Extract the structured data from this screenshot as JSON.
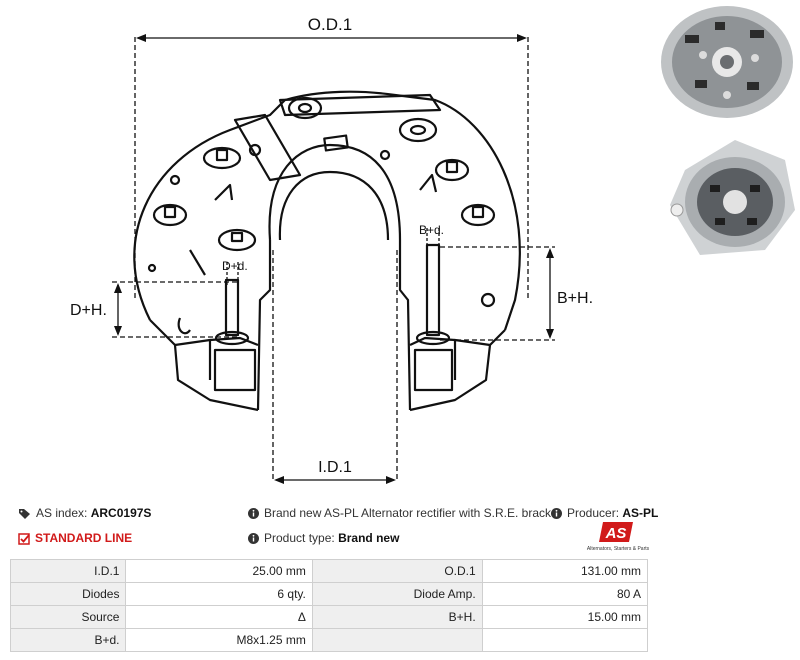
{
  "drawing": {
    "dim_od": "O.D.1",
    "dim_id": "I.D.1",
    "dim_dh": "D+H.",
    "dim_bh": "B+H.",
    "dim_dd": "D+d.",
    "dim_bd": "B+d."
  },
  "info": {
    "as_index_label": "AS index:",
    "as_index_value": "ARC0197S",
    "description": "Brand new AS-PL Alternator rectifier with S.R.E. bracket",
    "producer_label": "Producer:",
    "producer_value": "AS-PL",
    "line_label": "STANDARD LINE",
    "type_label": "Product type:",
    "type_value": "Brand new"
  },
  "logo": {
    "mark": "AS",
    "tagline": "Alternators, Starters & Parts",
    "color": "#d11a1a"
  },
  "specs": [
    [
      "I.D.1",
      "25.00 mm",
      "O.D.1",
      "131.00 mm"
    ],
    [
      "Diodes",
      "6 qty.",
      "Diode Amp.",
      "80 A"
    ],
    [
      "Source",
      "Δ",
      "B+H.",
      "15.00 mm"
    ],
    [
      "B+d.",
      "M8x1.25 mm",
      "",
      ""
    ]
  ]
}
